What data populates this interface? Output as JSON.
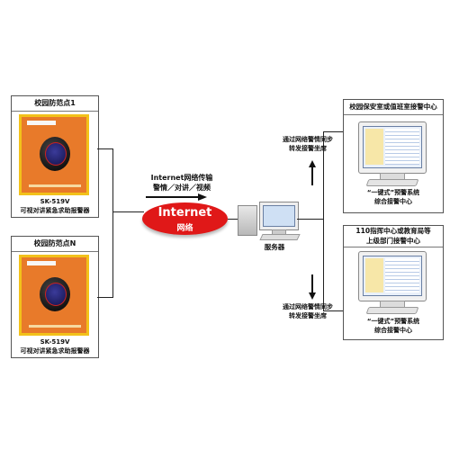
{
  "left_panels": [
    {
      "title": "校园防范点1",
      "caption_line1": "SK-519V",
      "caption_line2": "可视对讲紧急求助报警器"
    },
    {
      "title": "校园防范点N",
      "caption_line1": "SK-519V",
      "caption_line2": "可视对讲紧急求助报警器"
    }
  ],
  "network": {
    "title": "Internet网络传输",
    "subtitle": "警情／对讲／视频",
    "ellipse_top": "Internet",
    "ellipse_bottom": "网络",
    "ellipse_color": "#e01818"
  },
  "server": {
    "label": "服务器"
  },
  "sync_labels": [
    {
      "line1": "通过网络警情同步",
      "line2": "转发接警坐席"
    },
    {
      "line1": "通过网络警情同步",
      "line2": "转发接警坐席"
    }
  ],
  "right_panels": [
    {
      "title_line1": "校园保安室或值班室接警中心",
      "title_line2": "",
      "caption_line1": "“一键式”预警系统",
      "caption_line2": "综合接警中心"
    },
    {
      "title_line1": "110指挥中心或教育局等",
      "title_line2": "上级部门接警中心",
      "caption_line1": "“一键式”预警系统",
      "caption_line2": "综合接警中心"
    }
  ]
}
